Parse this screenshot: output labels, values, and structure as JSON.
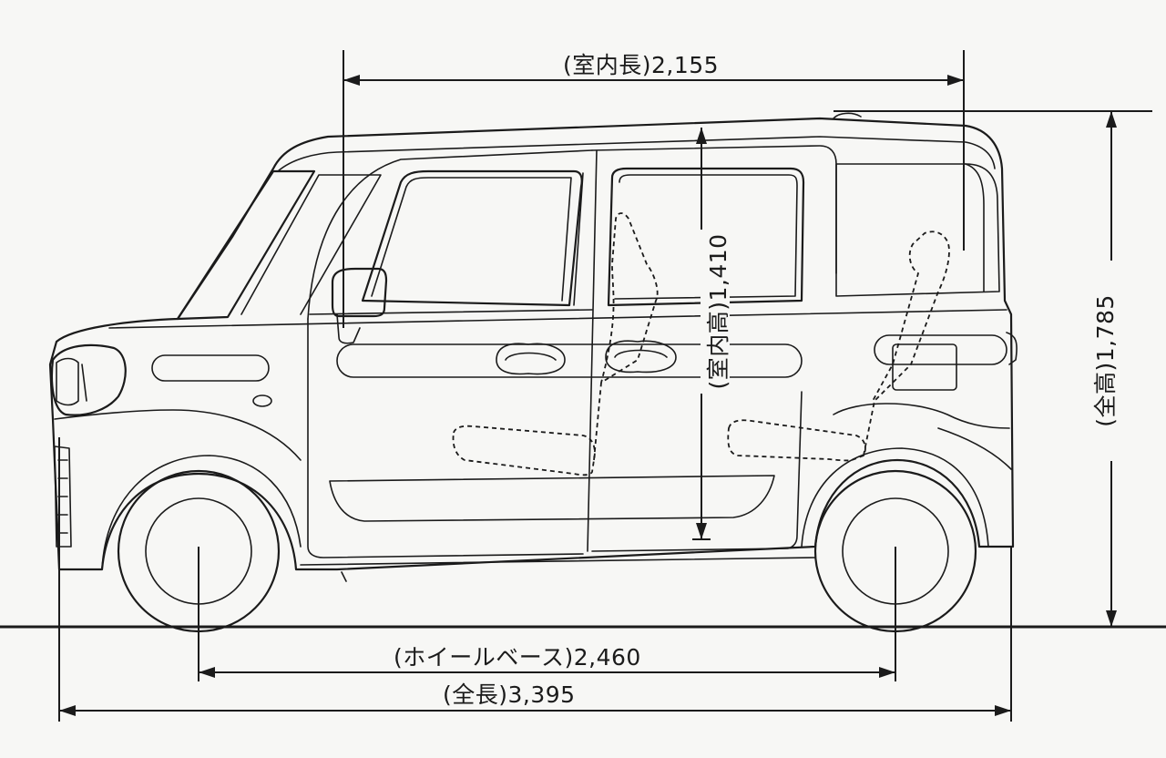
{
  "dimensions": {
    "interior_length": {
      "label": "(室内長)",
      "value": "2,155"
    },
    "interior_height": {
      "label": "(室内高)",
      "value": "1,410"
    },
    "overall_height": {
      "label": "(全高)",
      "value": "1,785"
    },
    "wheelbase": {
      "label": "(ホイールベース)",
      "value": "2,460"
    },
    "overall_length": {
      "label": "(全長)",
      "value": "3,395"
    }
  },
  "colors": {
    "line": "#1b1b1b",
    "paper": "#f7f7f5"
  }
}
